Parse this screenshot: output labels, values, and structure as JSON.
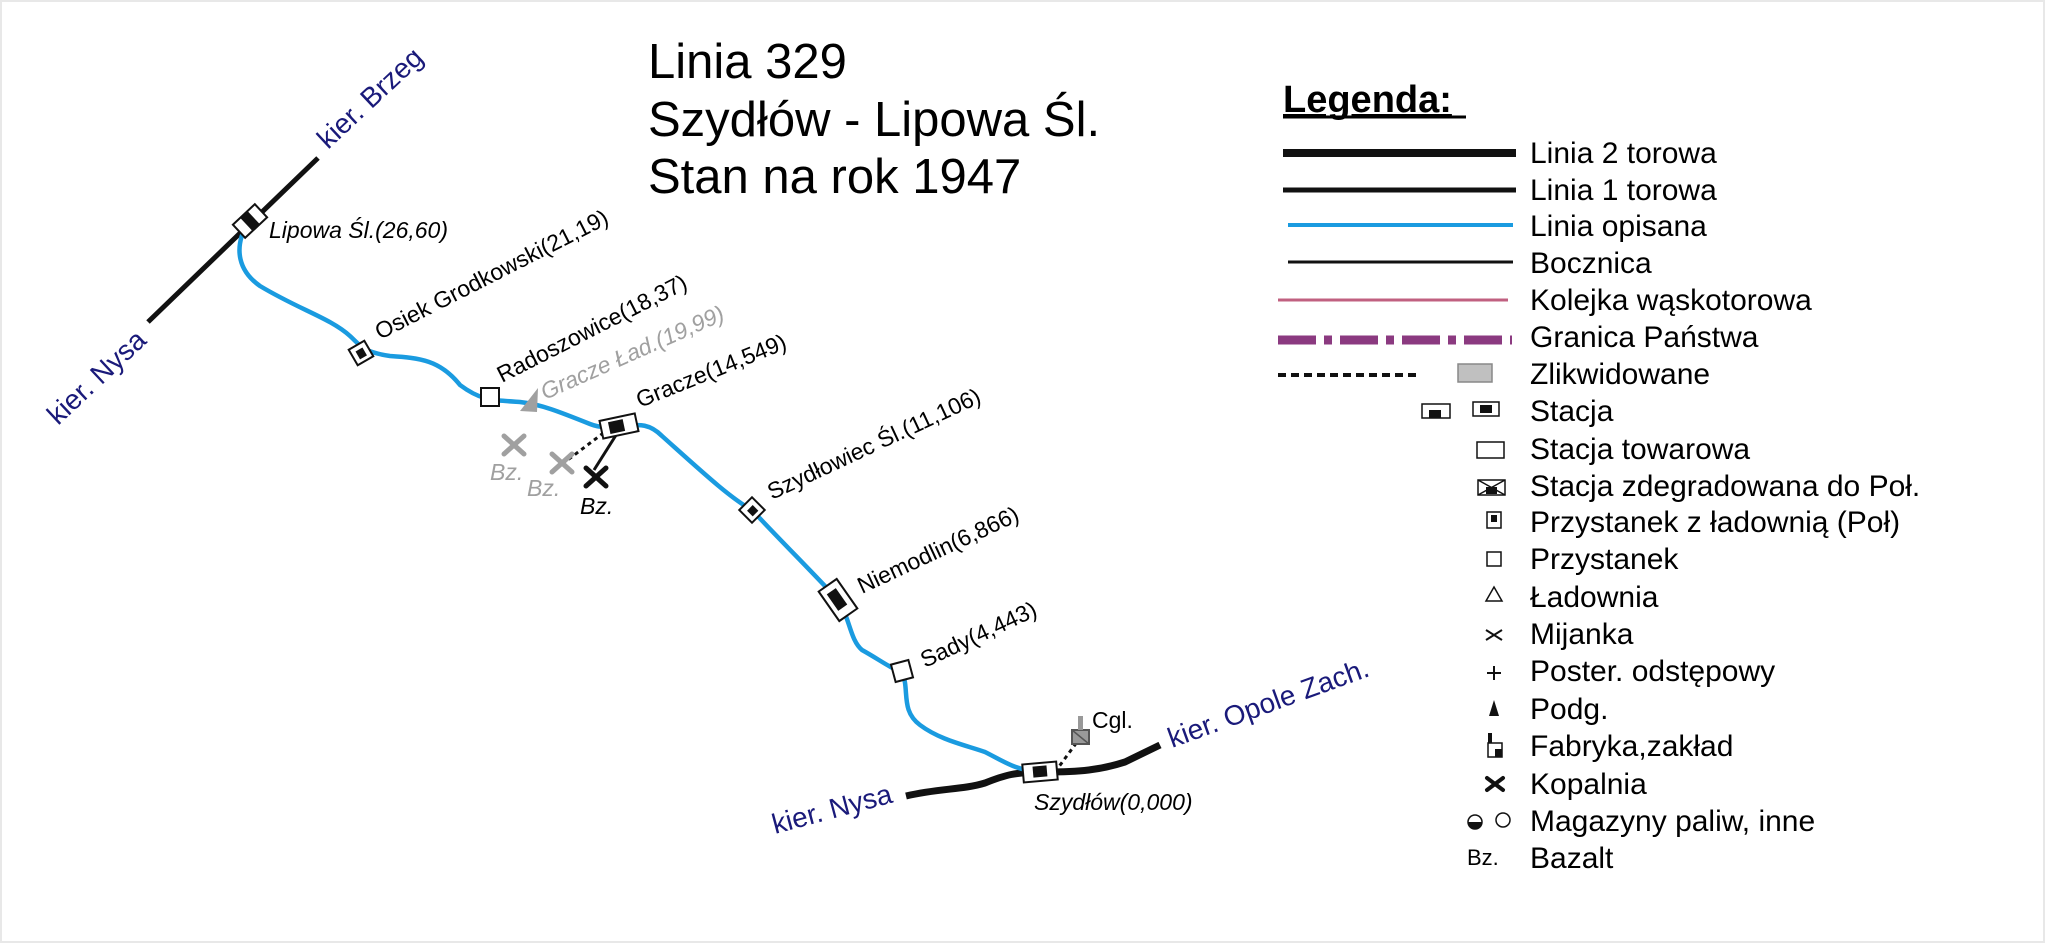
{
  "title": {
    "line1": "Linia 329",
    "line2": "Szydłów - Lipowa Śl.",
    "line3": "Stan na rok 1947"
  },
  "colors": {
    "described_line": "#1a9be0",
    "track": "#111111",
    "narrow_gauge": "#c06080",
    "border": "#8b3a80",
    "abandoned_grey": "#a0a0a0",
    "direction_text": "#1a1a7a"
  },
  "directions": {
    "nysa_nw": "kier. Nysa",
    "brzeg": "kier. Brzeg",
    "nysa_sw": "kier. Nysa",
    "opole": "kier. Opole Zach."
  },
  "stations": {
    "lipowa": "Lipowa Śl.(26,60)",
    "osiek": "Osiek Grodkowski(21,19)",
    "radoszowice": "Radoszowice(18,37)",
    "gracze_lad": "Gracze Ład.(19,99)",
    "gracze": "Gracze(14,549)",
    "szydlowiec": "Szydłowiec Śl.(11,106)",
    "niemodlin": "Niemodlin(6,866)",
    "sady": "Sady(4,443)",
    "szydlow": "Szydłów(0,000)"
  },
  "sidings": {
    "bz1": "Bz.",
    "bz2": "Bz.",
    "bz3": "Bz.",
    "cgl": "Cgl."
  },
  "legend": {
    "heading": "Legenda:",
    "items": [
      "Linia 2 torowa",
      "Linia 1 torowa",
      "Linia opisana",
      "Bocznica",
      "Kolejka wąskotorowa",
      "Granica Państwa",
      "Zlikwidowane",
      "Stacja",
      "Stacja towarowa",
      "Stacja zdegradowana do Poł.",
      "Przystanek z ładownią (Poł)",
      "Przystanek",
      "Ładownia",
      "Mijanka",
      "Poster. odstępowy",
      "Podg.",
      "Fabryka,zakład",
      "Kopalnia",
      "Magazyny paliw, inne",
      "Bazalt"
    ],
    "bazalt_symbol": "Bz."
  }
}
